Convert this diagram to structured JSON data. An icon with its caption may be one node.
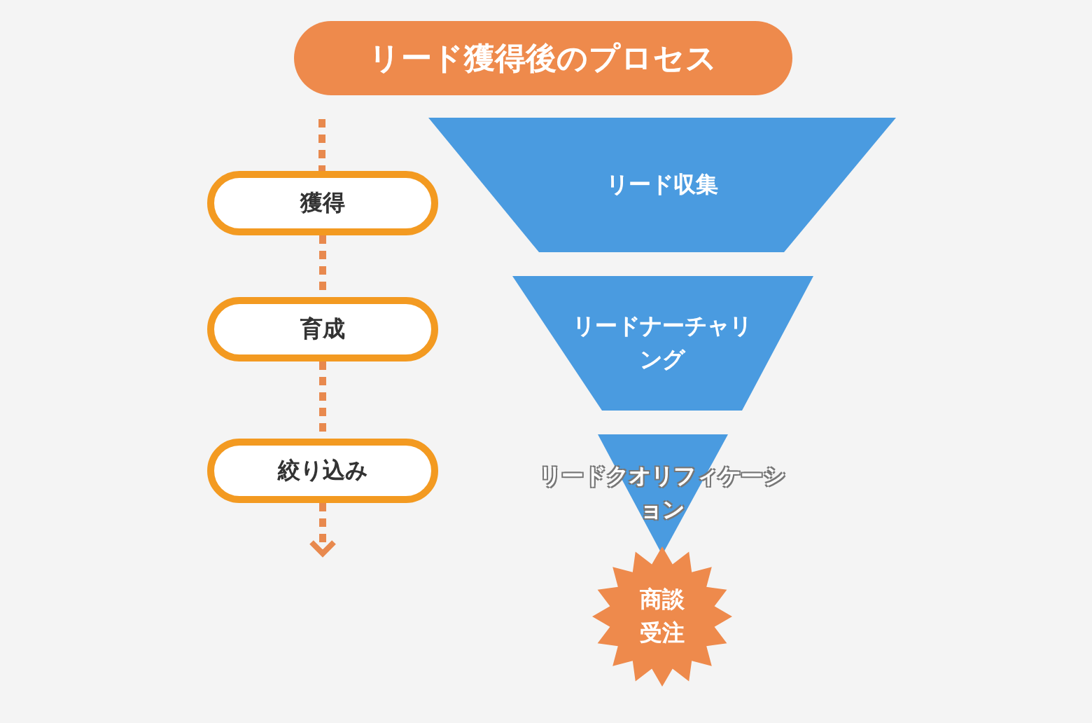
{
  "diagram": {
    "title": "リード獲得後のプロセス",
    "nodes": [
      {
        "text": [
          "獲得"
        ]
      },
      {
        "text": [
          "育成"
        ]
      },
      {
        "text": [
          "絞り込み"
        ]
      },
      {
        "text": [
          "リード収集"
        ]
      },
      {
        "text": [
          "リードナーチャリング"
        ]
      },
      {
        "text": [
          "リードクオリフィケーション"
        ]
      },
      {
        "text": [
          "商談受注"
        ]
      }
    ],
    "edges": [
      {
        "from": 0,
        "to": 1,
        "arrow": "none",
        "style": "dashed"
      },
      {
        "from": 1,
        "to": 2,
        "arrow": "none",
        "style": "dashed"
      },
      {
        "from": 2,
        "to": null,
        "arrow": "to",
        "style": "dashed"
      }
    ]
  }
}
